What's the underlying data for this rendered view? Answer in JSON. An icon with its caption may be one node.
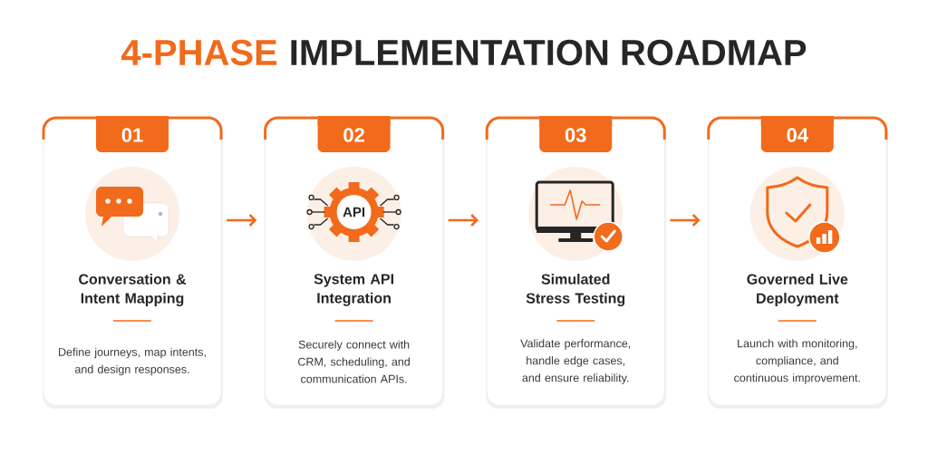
{
  "diagram": {
    "nodes": [
      {
        "text": [
          "Conversation & Intent Mapping",
          "Define journeys, map intents, and design responses."
        ]
      },
      {
        "text": [
          "01"
        ],
        "in": 0
      },
      {
        "text": [
          "System API Integration",
          "Securely connect with CRM, scheduling, and communication APIs."
        ]
      },
      {
        "text": [
          "02"
        ],
        "in": 2
      },
      {
        "text": [
          "Simulated Stress Testing",
          "Validate performance, handle edge cases, and ensure reliability."
        ]
      },
      {
        "text": [
          "03"
        ],
        "in": 4
      },
      {
        "text": [
          "Governed Live Deployment",
          "Launch with monitoring, compliance, and continuous improvement."
        ]
      },
      {
        "text": [
          "04"
        ],
        "in": 6
      }
    ],
    "edges": [
      {
        "from": 0,
        "to": 2,
        "arrow": "to"
      },
      {
        "from": 2,
        "to": 4,
        "arrow": "to"
      },
      {
        "from": 4,
        "to": 6,
        "arrow": "to"
      }
    ],
    "labels": [
      "4-PHASE",
      "IMPLEMENTATION ROADMAP",
      "API"
    ]
  }
}
